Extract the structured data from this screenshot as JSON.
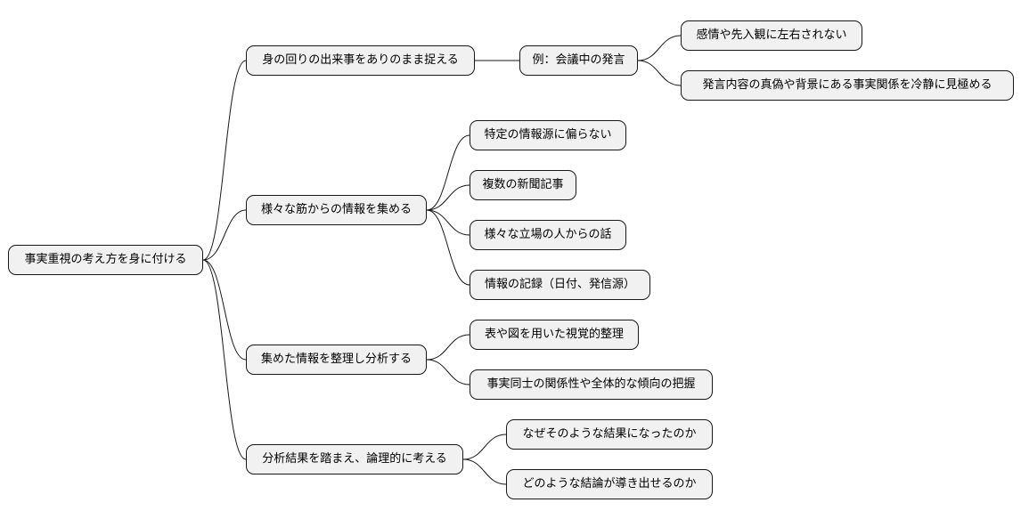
{
  "mindmap": {
    "root": {
      "text": "事実重視の考え方を身に付ける",
      "children": [
        {
          "text": "身の回りの出来事をありのまま捉える",
          "children": [
            {
              "text": "例：会議中の発言",
              "children": [
                {
                  "text": "感情や先入観に左右されない"
                },
                {
                  "text": "発言内容の真偽や背景にある事実関係を冷静に見極める"
                }
              ]
            }
          ]
        },
        {
          "text": "様々な筋からの情報を集める",
          "children": [
            {
              "text": "特定の情報源に偏らない"
            },
            {
              "text": "複数の新聞記事"
            },
            {
              "text": "様々な立場の人からの話"
            },
            {
              "text": "情報の記録（日付、発信源）"
            }
          ]
        },
        {
          "text": "集めた情報を整理し分析する",
          "children": [
            {
              "text": "表や図を用いた視覚的整理"
            },
            {
              "text": "事実同士の関係性や全体的な傾向の把握"
            }
          ]
        },
        {
          "text": "分析結果を踏まえ、論理的に考える",
          "children": [
            {
              "text": "なぜそのような結果になったのか"
            },
            {
              "text": "どのような結論が導き出せるのか"
            }
          ]
        }
      ]
    }
  }
}
